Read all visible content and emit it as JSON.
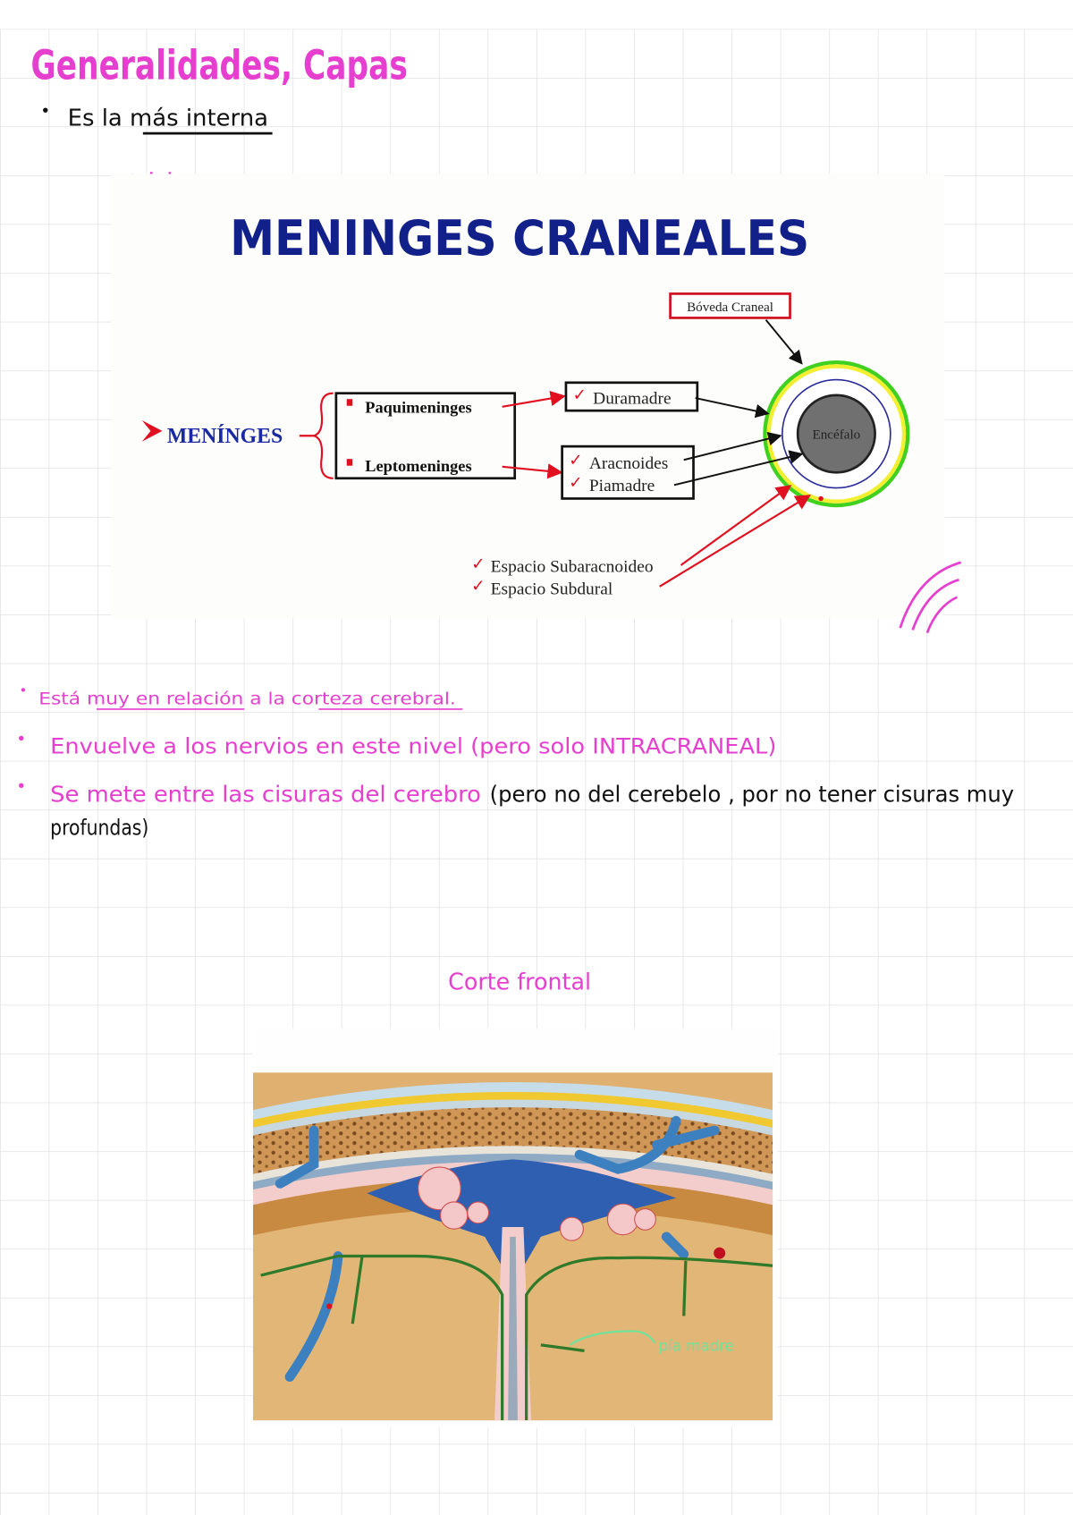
{
  "page": {
    "heading": "Generalidades, Capas",
    "intro_bullet": {
      "prefix": "Es la ",
      "emphasis": "más interna"
    },
    "bullets": [
      {
        "text": "Está muy en relación a la corteza cerebral."
      },
      {
        "text": "Envuelve a los nervios en este nivel (pero solo INTRACRANEAL)"
      },
      {
        "pink_text": "Se mete entre las cisuras del cerebro",
        "black_text": "(pero no del cerebelo , por no tener cisuras muy",
        "black_text_cont": "profundas)"
      }
    ],
    "section_label": "Corte frontal",
    "illustration_label": "pía madre"
  },
  "diagram": {
    "title": "MENINGES CRANEALES",
    "root": "MENÍNGES",
    "groups": [
      "Paquimeninges",
      "Leptomeninges"
    ],
    "dura": "Duramadre",
    "lepto_layers": [
      "Aracnoides",
      "Piamadre"
    ],
    "skull_label": "Bóveda Craneal",
    "brain_label": "Encéfalo",
    "spaces": [
      "Espacio Subaracnoideo",
      "Espacio Subdural"
    ],
    "check_mark": "✓"
  },
  "colors": {
    "pink_ink": "#e63fcf",
    "black_ink": "#111111",
    "green_ink": "#6fe39a",
    "navy": "#12208a",
    "red": "#e01020",
    "grid": "#dcdcdc"
  }
}
